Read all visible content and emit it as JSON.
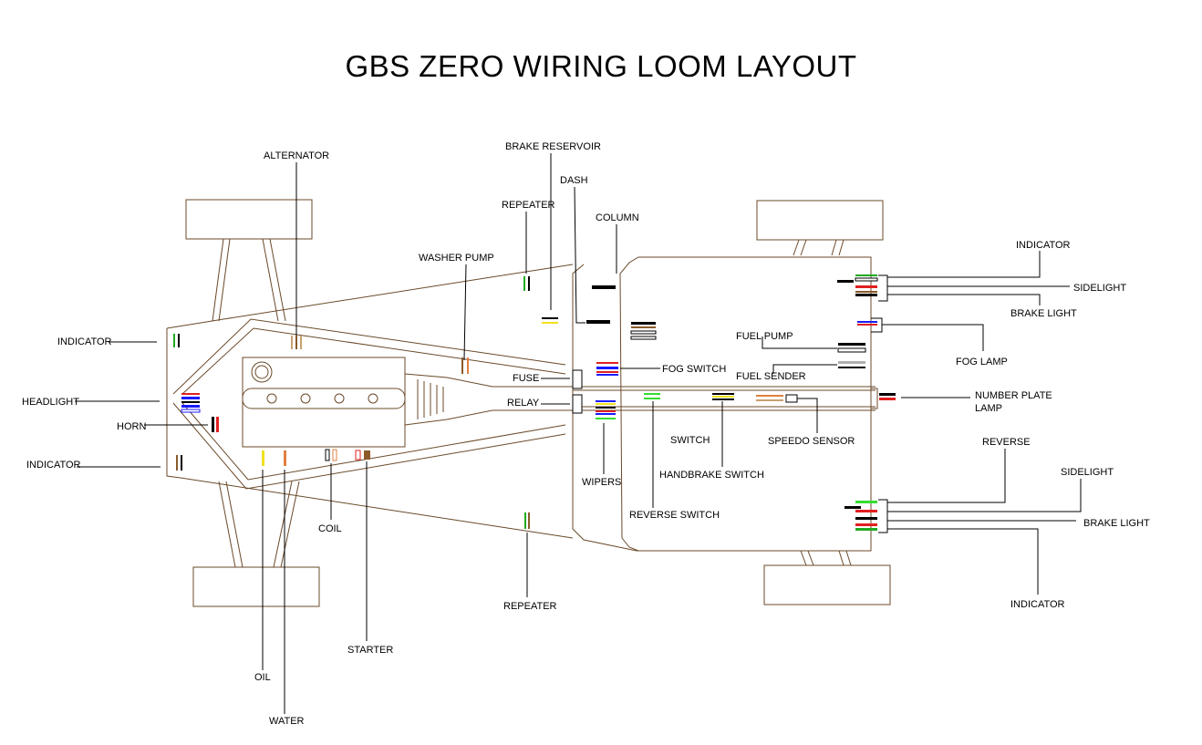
{
  "title": "GBS ZERO WIRING LOOM LAYOUT",
  "labels": {
    "alternator": "ALTERNATOR",
    "brake_reservoir": "BRAKE RESERVOIR",
    "dash": "DASH",
    "repeater_top": "REPEATER",
    "column": "COLUMN",
    "washer_pump": "WASHER PUMP",
    "indicator_front_top": "INDICATOR",
    "headlight": "HEADLIGHT",
    "horn": "HORN",
    "indicator_front_bottom": "INDICATOR",
    "fuse": "FUSE",
    "relay": "RELAY",
    "fog_switch": "FOG SWITCH",
    "wipers": "WIPERS",
    "coil": "COIL",
    "oil": "OIL",
    "water": "WATER",
    "starter": "STARTER",
    "repeater_bottom": "REPEATER",
    "fuel_pump": "FUEL PUMP",
    "fuel_sender": "FUEL SENDER",
    "switch": "SWITCH",
    "handbrake_switch": "HANDBRAKE SWITCH",
    "reverse_switch": "REVERSE SWITCH",
    "speedo_sensor": "SPEEDO SENSOR",
    "indicator_rear_top": "INDICATOR",
    "sidelight_rear_top": "SIDELIGHT",
    "brake_light_top": "BRAKE LIGHT",
    "fog_lamp": "FOG LAMP",
    "number_plate_1": "NUMBER PLATE",
    "number_plate_2": "LAMP",
    "reverse": "REVERSE",
    "sidelight_rear_bottom": "SIDELIGHT",
    "brake_light_bottom": "BRAKE LIGHT",
    "indicator_rear_bottom": "INDICATOR"
  },
  "colors": {
    "outline": "#6b4a2a",
    "black": "#000000",
    "red": "#e02020",
    "blue": "#1a1aff",
    "green": "#22aa22",
    "light_green": "#33dd33",
    "yellow": "#f0e020",
    "brown": "#8b5a2b",
    "tan": "#c8a070",
    "orange": "#e08040",
    "grey": "#b0b0b0",
    "purple": "#8844aa",
    "white": "#ffffff"
  }
}
